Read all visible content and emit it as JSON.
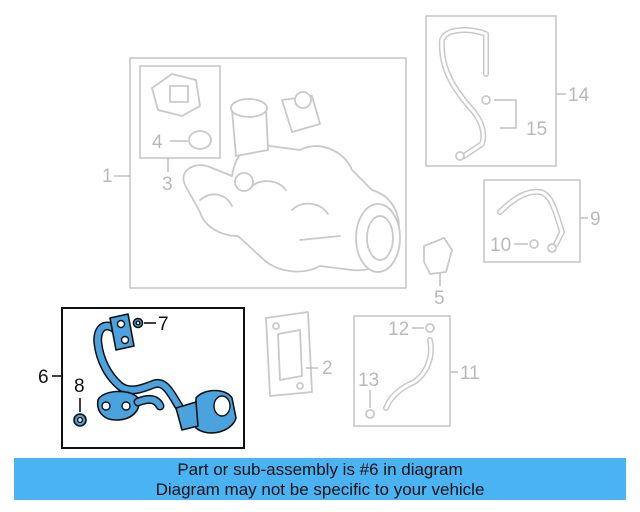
{
  "callouts": {
    "c1": "1",
    "c2": "2",
    "c3": "3",
    "c4": "4",
    "c5": "5",
    "c6": "6",
    "c7": "7",
    "c8": "8",
    "c9": "9",
    "c10": "10",
    "c11": "11",
    "c12": "12",
    "c13": "13",
    "c14": "14",
    "c15": "15"
  },
  "highlight": {
    "part_number": "6",
    "color": "#4aa3df"
  },
  "banner": {
    "line1": "Part or sub-assembly is #6 in diagram",
    "line2": "Diagram may not be specific to your vehicle",
    "background": "#4ab3f4"
  }
}
